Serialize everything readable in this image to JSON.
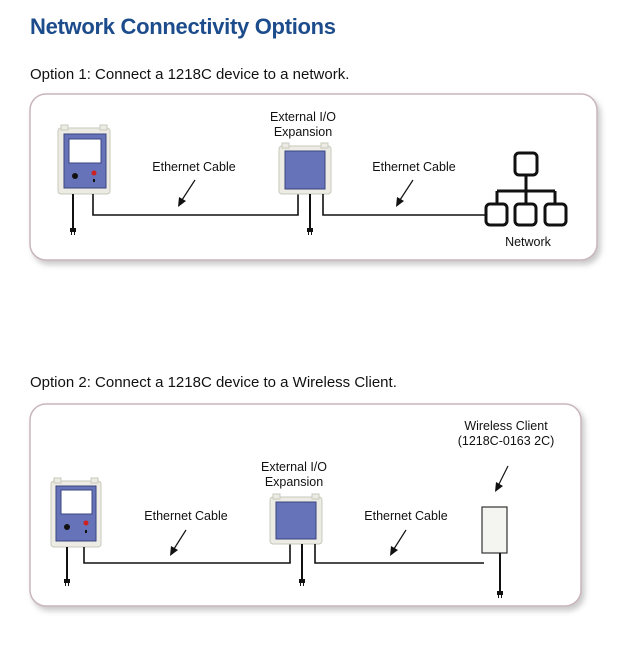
{
  "title": "Network Connectivity Options",
  "option1": {
    "heading": "Option 1: Connect a 1218C device to a network.",
    "expansion_line1": "External I/O",
    "expansion_line2": "Expansion",
    "cable_left": "Ethernet Cable",
    "cable_right": "Ethernet Cable",
    "network_label": "Network"
  },
  "option2": {
    "heading": "Option 2: Connect a 1218C device to a Wireless Client.",
    "expansion_line1": "External I/O",
    "expansion_line2": "Expansion",
    "cable_left": "Ethernet Cable",
    "cable_right": "Ethernet Cable",
    "client_line1": "Wireless Client",
    "client_line2": "(1218C-0163 2C)"
  },
  "colors": {
    "title": "#1d4c8c",
    "device_blue": "#6673b8",
    "device_frame": "#ecece4",
    "panel_border": "#c9b6bc"
  }
}
